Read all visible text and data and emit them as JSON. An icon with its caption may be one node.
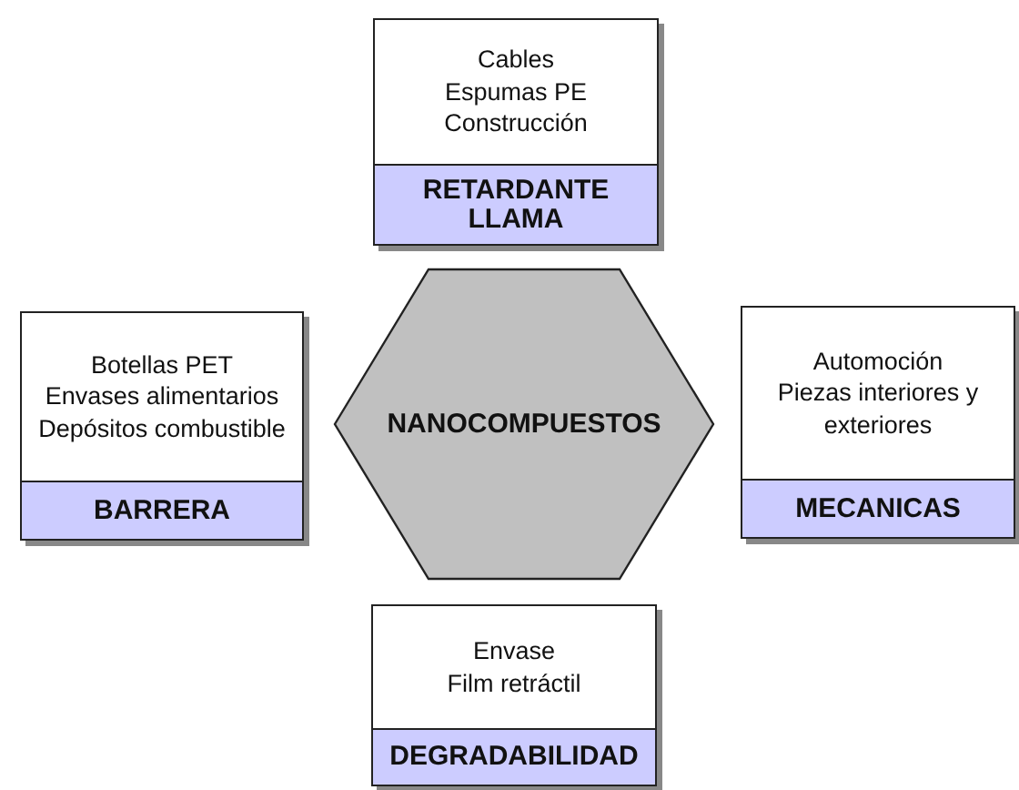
{
  "diagram": {
    "nodes": [
      {
        "text": [
          "Cables",
          "Espumas PE",
          "Construcción",
          "RETARDANTE LLAMA"
        ]
      },
      {
        "text": [
          "Botellas PET",
          "Envases alimentarios",
          "Depósitos combustible",
          "BARRERA"
        ]
      },
      {
        "text": [
          "NANOCOMPUESTOS"
        ]
      },
      {
        "text": [
          "Automoción",
          "Piezas interiores y exteriores",
          "MECANICAS"
        ]
      },
      {
        "text": [
          "Envase",
          "Film retráctil",
          "DEGRADABILIDAD"
        ]
      }
    ]
  }
}
